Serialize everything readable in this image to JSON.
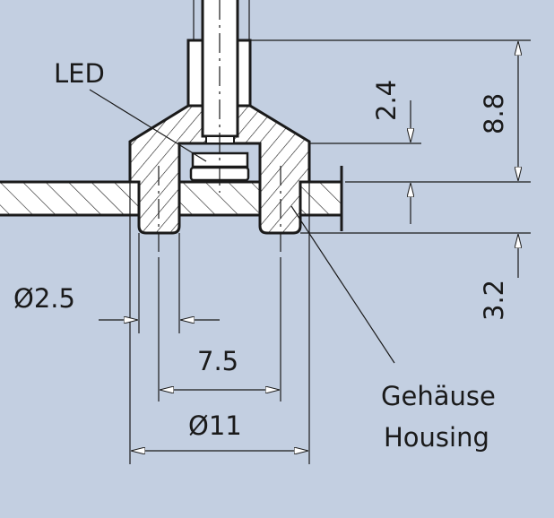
{
  "drawing": {
    "labels": {
      "led": "LED",
      "housing_de": "Gehäuse",
      "housing_en": "Housing"
    },
    "dimensions": {
      "pin_diameter": "Ø2.5",
      "pin_spacing": "7.5",
      "outer_diameter": "Ø11",
      "led_height": "2.4",
      "total_height": "8.8",
      "pin_length": "3.2"
    },
    "colors": {
      "background": "#c3cfe1",
      "line": "#1a1a1a"
    }
  }
}
